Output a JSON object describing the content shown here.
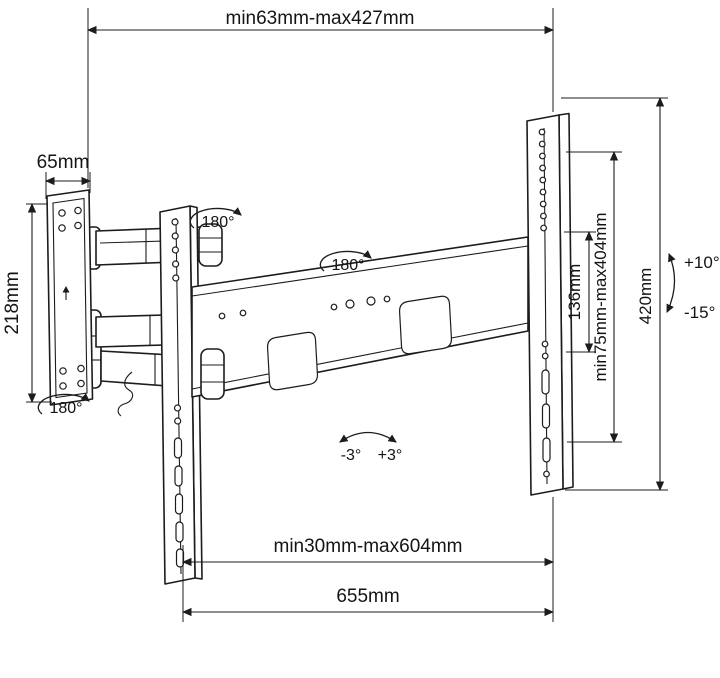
{
  "meta": {
    "description": "TV wall mount bracket dimension diagram",
    "background_color": "#ffffff",
    "line_color": "#1c1c1c"
  },
  "labels": {
    "top_width": "min63mm-max427mm",
    "plate_width": "65mm",
    "plate_height": "218mm",
    "swivel_arm": "180°",
    "swivel_center": "180°",
    "swivel_plate": "180°",
    "hole_spacing": "136mm",
    "vesa_range": "min75mm-max404mm",
    "rail_height": "420mm",
    "tilt_up": "+10°",
    "tilt_down": "-15°",
    "level_left": "-3°",
    "level_right": "+3°",
    "extension_range": "min30mm-max604mm",
    "beam_width": "655mm"
  }
}
